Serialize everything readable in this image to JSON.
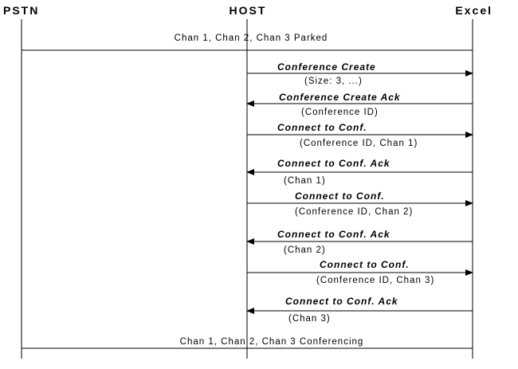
{
  "lifelines": [
    {
      "id": "pstn",
      "label": "PSTN"
    },
    {
      "id": "host",
      "label": "HOST"
    },
    {
      "id": "excel",
      "label": "Excel"
    }
  ],
  "banners": [
    {
      "text": "Chan 1, Chan 2, Chan 3 Parked"
    },
    {
      "text": "Chan 1, Chan 2, Chan 3 Conferencing"
    }
  ],
  "messages": [
    {
      "from": "host",
      "to": "excel",
      "label": "Conference Create",
      "params": "(Size: 3, ...)"
    },
    {
      "from": "excel",
      "to": "host",
      "label": "Conference Create Ack",
      "params": "(Conference ID)"
    },
    {
      "from": "host",
      "to": "excel",
      "label": "Connect to Conf.",
      "params": "(Conference ID, Chan 1)"
    },
    {
      "from": "excel",
      "to": "host",
      "label": "Connect to Conf. Ack",
      "params": "(Chan 1)"
    },
    {
      "from": "host",
      "to": "excel",
      "label": "Connect to Conf.",
      "params": "(Conference ID, Chan 2)"
    },
    {
      "from": "excel",
      "to": "host",
      "label": "Connect to Conf. Ack",
      "params": "(Chan 2)"
    },
    {
      "from": "host",
      "to": "excel",
      "label": "Connect to Conf.",
      "params": "(Conference ID, Chan 3)"
    },
    {
      "from": "excel",
      "to": "host",
      "label": "Connect to Conf. Ack",
      "params": "(Chan 3)"
    }
  ]
}
